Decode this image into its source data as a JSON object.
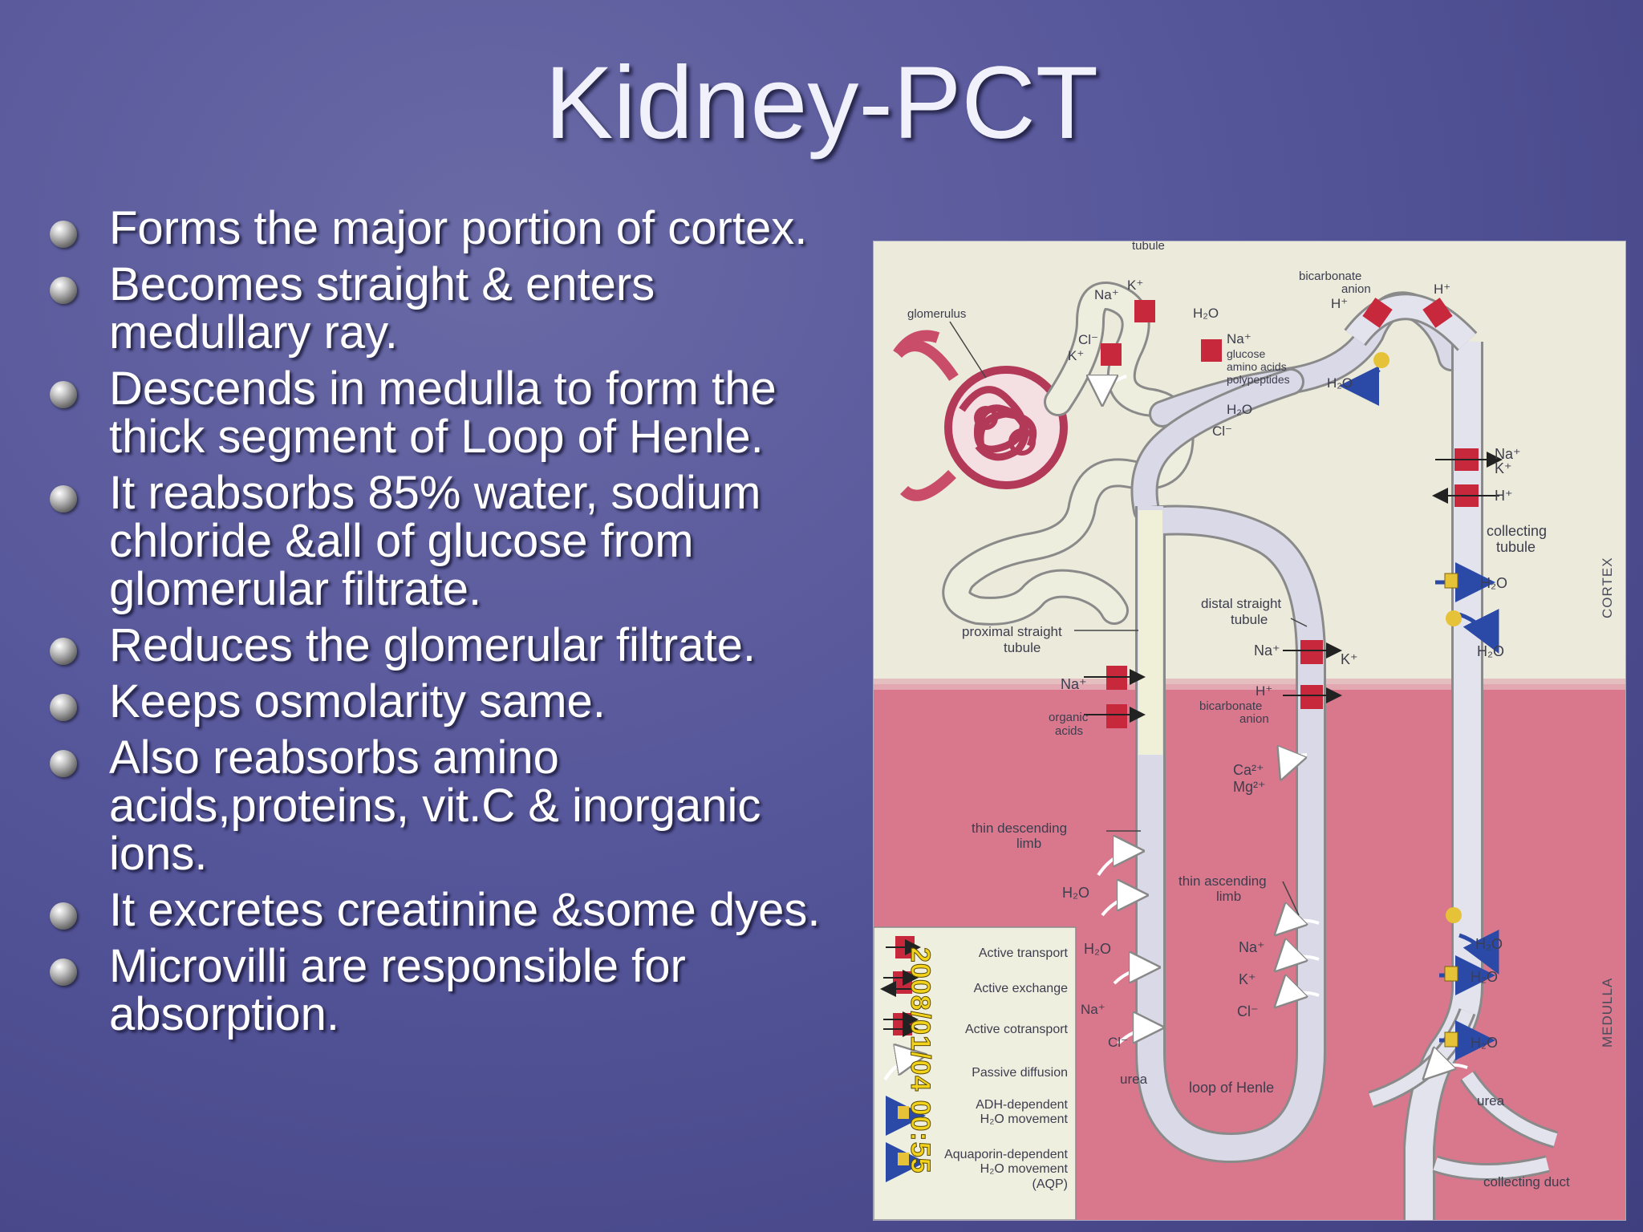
{
  "slide": {
    "title": "Kidney-PCT",
    "bullets": [
      "Forms the major portion of cortex.",
      "Becomes straight & enters medullary ray.",
      "Descends in medulla to form the thick segment of Loop of Henle.",
      "It reabsorbs 85% water, sodium chloride &all of glucose from glomerular filtrate.",
      "Reduces the glomerular filtrate.",
      "Keeps osmolarity same.",
      "Also reabsorbs amino acids,proteins, vit.C & inorganic ions.",
      "It excretes creatinine &some dyes.",
      "Microvilli are responsible for absorption."
    ]
  },
  "figure": {
    "zones": {
      "cortex": "CORTEX",
      "medulla": "MEDULLA"
    },
    "labels": {
      "tubule": "tubule",
      "glomerulus": "glomerulus",
      "proximal_straight_1": "proximal straight",
      "proximal_straight_2": "tubule",
      "distal_straight_1": "distal straight",
      "distal_straight_2": "tubule",
      "thin_desc_1": "thin descending",
      "thin_desc_2": "limb",
      "thin_asc_1": "thin ascending",
      "thin_asc_2": "limb",
      "loop_of_henle": "loop of Henle",
      "collecting_tubule_1": "collecting",
      "collecting_tubule_2": "tubule",
      "collecting_duct": "collecting duct",
      "bicarb_1": "bicarbonate",
      "bicarb_2": "anion",
      "bicarb2_1": "bicarbonate",
      "bicarb2_2": "anion",
      "organic_1": "organic",
      "organic_2": "acids",
      "glucose": "glucose",
      "amino_acids": "amino acids",
      "polypeptides": "polypeptides",
      "urea": "urea",
      "urea_2": "urea",
      "na": "Na⁺",
      "k": "K⁺",
      "h": "H⁺",
      "cl": "Cl⁻",
      "h2o": "H₂O",
      "ca": "Ca²⁺",
      "mg": "Mg²⁺"
    },
    "legend": [
      "Active transport",
      "Active exchange",
      "Active cotransport",
      "Passive diffusion",
      "ADH-dependent",
      "H₂O movement",
      "Aquaporin-dependent",
      "H₂O movement",
      "(AQP)"
    ],
    "timestamp": "2008/01/04 00:55"
  }
}
